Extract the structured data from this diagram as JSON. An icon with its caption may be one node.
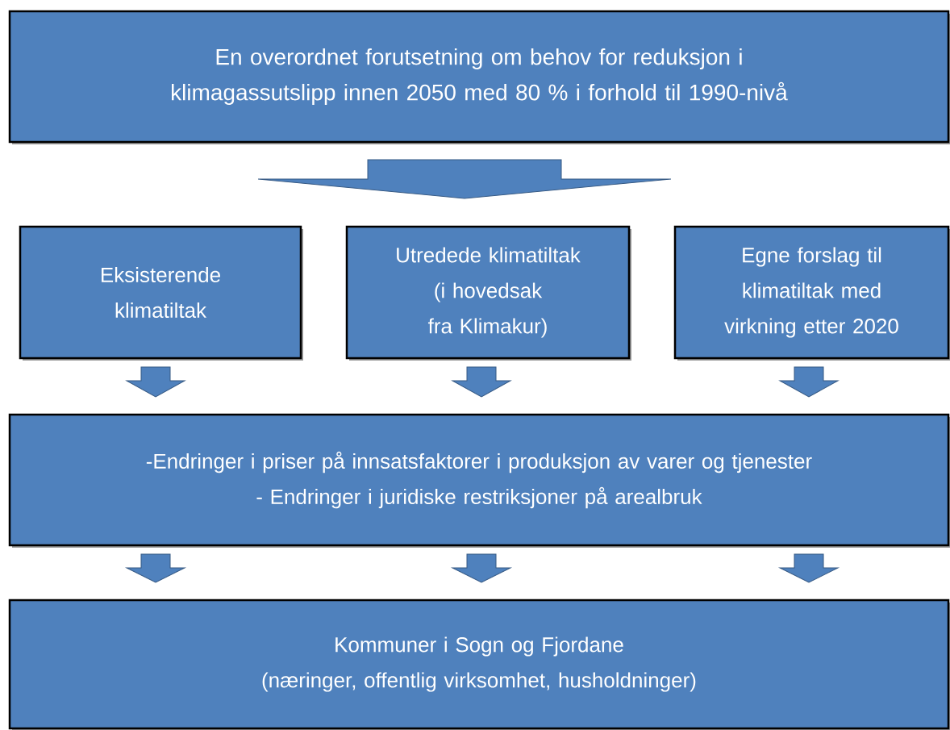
{
  "diagram": {
    "nodes": [
      {
        "text": [
          "En overordnet forutsetning om behov for reduksjon i klimagassutslipp innen 2050 med 80 % i forhold til 1990-nivå"
        ]
      },
      {
        "text": [
          "Eksisterende klimatiltak"
        ]
      },
      {
        "text": [
          "Utredede klimatiltak (i hovedsak fra Klimakur)"
        ]
      },
      {
        "text": [
          "Egne forslag til klimatiltak med virkning etter 2020"
        ]
      },
      {
        "text": [
          "-Endringer i priser på innsatsfaktorer i produksjon av varer og tjenester",
          "- Endringer i juridiske restriksjoner på arealbruk"
        ]
      },
      {
        "text": [
          "Kommuner i Sogn og Fjordane",
          "(næringer, offentlig virksomhet, husholdninger)"
        ]
      }
    ],
    "edges": [
      {
        "from": 0,
        "to": 2,
        "arrow": "to"
      },
      {
        "from": 1,
        "to": 4,
        "arrow": "to"
      },
      {
        "from": 2,
        "to": 4,
        "arrow": "to"
      },
      {
        "from": 3,
        "to": 4,
        "arrow": "to"
      },
      {
        "from": 4,
        "to": 5,
        "arrow": "to"
      },
      {
        "from": 4,
        "to": 5,
        "arrow": "to"
      },
      {
        "from": 4,
        "to": 5,
        "arrow": "to"
      }
    ]
  }
}
